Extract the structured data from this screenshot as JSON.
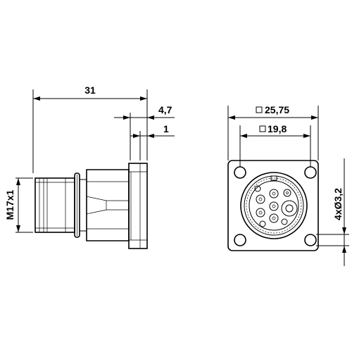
{
  "dimensions": {
    "overall_length": "31",
    "flange_offset": "4,7",
    "flange_thickness": "1",
    "thread": "M17x1",
    "flange_square": "25,75",
    "hole_spacing": "19,8",
    "mounting_holes": "4xØ3,2"
  }
}
